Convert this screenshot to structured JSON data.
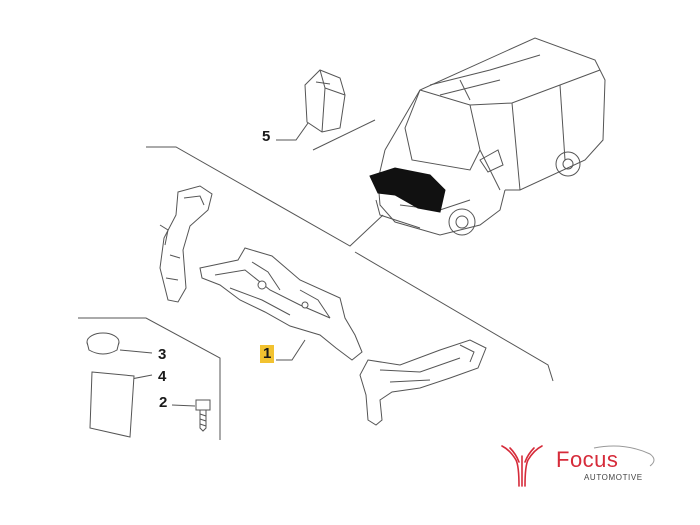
{
  "callouts": {
    "part_1": "1",
    "part_2": "2",
    "part_3": "3",
    "part_4": "4",
    "part_5": "5"
  },
  "logo": {
    "name": "Focus",
    "tagline": "AUTOMOTIVE",
    "icon": "stylized-fork-emblem",
    "color": "#d62b3a"
  },
  "colors": {
    "highlight": "#f2c230",
    "line": "#555555",
    "hood_panel": "#111111"
  }
}
